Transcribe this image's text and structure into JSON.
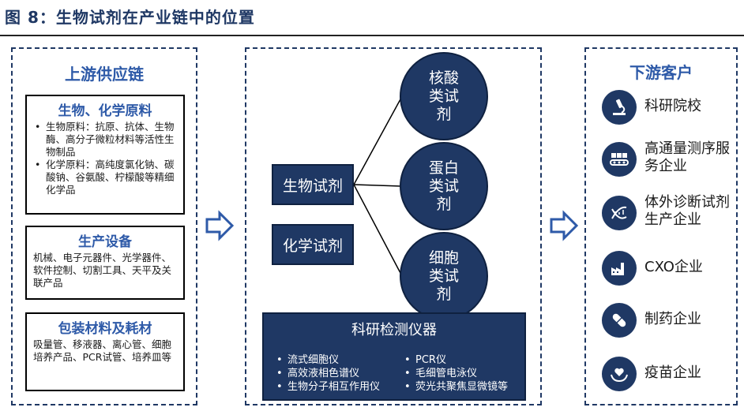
{
  "figure": {
    "title": "图 8：生物试剂在产业链中的位置"
  },
  "upstream": {
    "heading": "上游供应链",
    "materials": {
      "title": "生物、化学原料",
      "items": [
        "生物原料：抗原、抗体、生物酶、高分子微粒材料等活性生物制品",
        "化学原料：高纯度氯化钠、碳酸钠、谷氨酸、柠檬酸等精细化学品"
      ]
    },
    "equipment": {
      "title": "生产设备",
      "text": "机械、电子元器件、光学器件、软件控制、切割工具、天平及关联产品"
    },
    "packaging": {
      "title": "包装材料及耗材",
      "text": "吸量管、移液器、离心管、细胞培养产品、PCR试管、培养皿等"
    }
  },
  "midstream": {
    "bio_reagent": "生物试剂",
    "chem_reagent": "化学试剂",
    "circles": [
      "核酸类试剂",
      "蛋白类试剂",
      "细胞类试剂"
    ],
    "instruments": {
      "title": "科研检测仪器",
      "left_items": [
        "流式细胞仪",
        "高效液相色谱仪",
        "生物分子相互作用仪"
      ],
      "right_items": [
        "PCR仪",
        "毛细管电泳仪",
        "荧光共聚焦显微镜等"
      ]
    }
  },
  "downstream": {
    "heading": "下游客户",
    "customers": [
      {
        "label": "科研院校",
        "icon": "microscope-icon"
      },
      {
        "label": "高通量测序服务企业",
        "icon": "conveyor-icon"
      },
      {
        "label": "体外诊断试剂生产企业",
        "icon": "dna-icon"
      },
      {
        "label": "CXO企业",
        "icon": "factory-icon"
      },
      {
        "label": "制药企业",
        "icon": "capsule-icon"
      },
      {
        "label": "疫苗企业",
        "icon": "heart-hands-icon"
      }
    ]
  },
  "colors": {
    "navy": "#1f3864",
    "heading_blue": "#2e5aa8"
  }
}
